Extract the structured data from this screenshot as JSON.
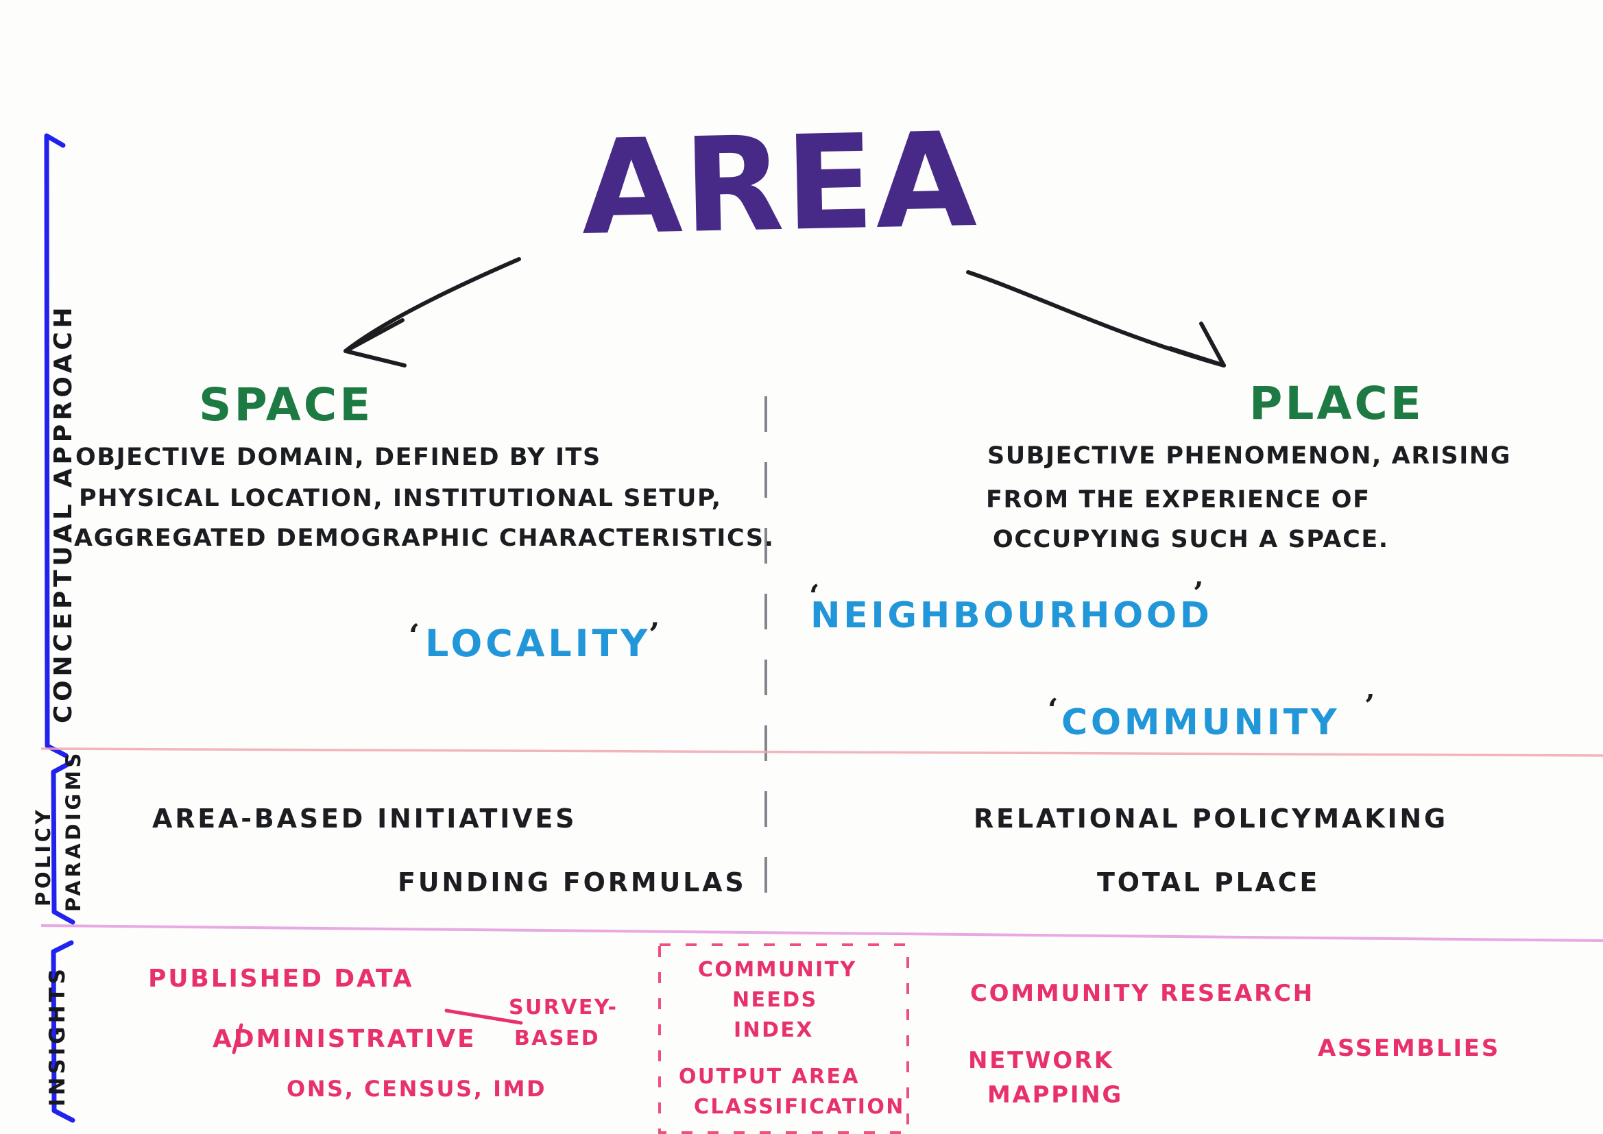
{
  "diagram": {
    "title": "AREA",
    "title_color": "#472a87",
    "heading_color": "#1d7a42",
    "concept_color": "#2196d8",
    "insight_color": "#e8316b",
    "bracket_color": "#2222ee",
    "ink_color": "#16181c"
  },
  "row_labels": [
    {
      "id": "conceptual-approach",
      "text": "CONCEPTUAL APPROACH"
    },
    {
      "id": "policy-paradigms",
      "line1": "POLICY",
      "line2": "PARADIGMS"
    },
    {
      "id": "insights",
      "text": "INSIGHTS"
    }
  ],
  "columns": {
    "left": {
      "heading": "SPACE",
      "description": [
        "OBJECTIVE DOMAIN, DEFINED BY ITS",
        "PHYSICAL LOCATION, INSTITUTIONAL SETUP,",
        "AGGREGATED DEMOGRAPHIC CHARACTERISTICS."
      ],
      "concepts": [
        {
          "label": "LOCALITY",
          "open_quote": "‘",
          "close_quote": "’"
        }
      ],
      "policy": [
        "AREA-BASED INITIATIVES",
        "FUNDING FORMULAS"
      ],
      "insights": [
        "PUBLISHED DATA",
        "ADMINISTRATIVE",
        "ONS, CENSUS, IMD"
      ],
      "insight_annotation": "SURVEY-\nBASED",
      "insight_annotation_line1": "SURVEY-",
      "insight_annotation_line2": "BASED"
    },
    "right": {
      "heading": "PLACE",
      "description": [
        "SUBJECTIVE PHENOMENON, ARISING",
        "FROM THE EXPERIENCE OF",
        "OCCUPYING SUCH A SPACE."
      ],
      "concepts": [
        {
          "label": "NEIGHBOURHOOD",
          "open_quote": "‘",
          "close_quote": "’"
        },
        {
          "label": "COMMUNITY",
          "open_quote": "‘",
          "close_quote": "’"
        }
      ],
      "policy": [
        "RELATIONAL POLICYMAKING",
        "TOTAL PLACE"
      ],
      "insights": [
        "COMMUNITY RESEARCH",
        "NETWORK",
        "MAPPING",
        "ASSEMBLIES"
      ]
    }
  },
  "middle_box": {
    "lines": [
      "COMMUNITY",
      "NEEDS",
      "INDEX",
      "OUTPUT AREA",
      "CLASSIFICATION"
    ],
    "group_a": [
      "COMMUNITY",
      "NEEDS",
      "INDEX"
    ],
    "group_b_line1": "OUTPUT AREA",
    "group_b_line2": "CLASSIFICATION"
  },
  "annotations": {
    "arrow_left": "arrow-to-space",
    "arrow_right": "arrow-to-place",
    "divider_vertical": "dashed-center-divider",
    "divider_row1": "row-separator-conceptual-policy",
    "divider_row2": "row-separator-policy-insights"
  }
}
